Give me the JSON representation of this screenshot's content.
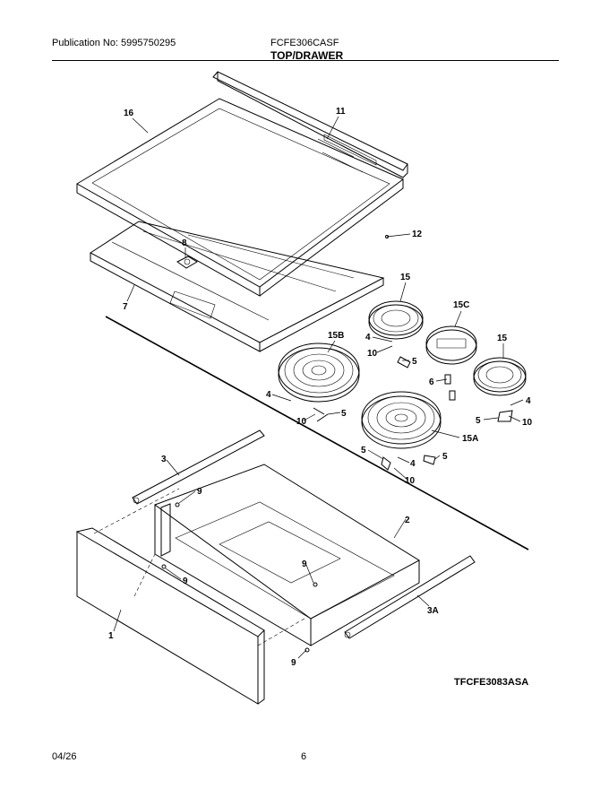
{
  "header": {
    "publication": "Publication No: 5995750295",
    "model": "FCFE306CASF",
    "section": "TOP/DRAWER"
  },
  "footer": {
    "date": "04/26",
    "page": "6"
  },
  "diagram_code": "TFCFE3083ASA",
  "callouts": {
    "c16": "16",
    "c11": "11",
    "c12": "12",
    "c8": "8",
    "c7": "7",
    "c15_left": "15",
    "c15c": "15C",
    "c15_right": "15",
    "c15b": "15B",
    "c15a": "15A",
    "c4_a": "4",
    "c10_a": "10",
    "c5_a": "5",
    "c6": "6",
    "c4_b": "4",
    "c5_b": "5",
    "c10_b": "10",
    "c4_c": "4",
    "c5_c": "5",
    "c10_c": "10",
    "c5_d": "5",
    "c4_d": "4",
    "c5_e": "5",
    "c10_d": "10",
    "c3": "3",
    "c9_a": "9",
    "c2": "2",
    "c9_b": "9",
    "c9_c": "9",
    "c3a": "3A",
    "c1": "1",
    "c9_d": "9"
  }
}
